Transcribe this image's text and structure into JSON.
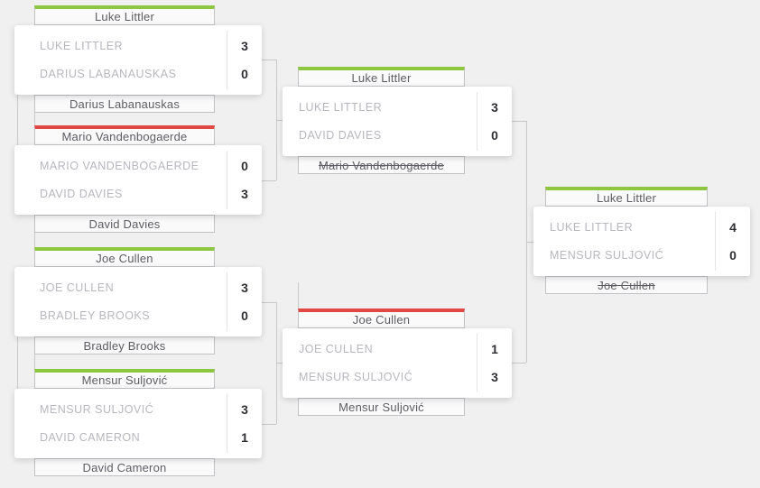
{
  "colors": {
    "background": "#f0f0f0",
    "win_accent": "#8dc63f",
    "loss_accent": "#e14743",
    "card_background": "#ffffff",
    "player_name_text": "#b7b7bd",
    "score_text": "#2e2e33",
    "tab_text": "#5d5d63",
    "connector_line": "#c8c8c8"
  },
  "bracket": {
    "rounds": [
      {
        "matches": [
          {
            "top_tab": {
              "label": "Luke Littler",
              "status": "win",
              "strike": "false"
            },
            "bottom_tab": {
              "label": "Darius Labanauskas",
              "strike": "false"
            },
            "players": [
              {
                "name": "LUKE LITTLER",
                "score": "3"
              },
              {
                "name": "DARIUS LABANAUSKAS",
                "score": "0"
              }
            ]
          },
          {
            "top_tab": {
              "label": "Mario Vandenbogaerde",
              "status": "loss",
              "strike": "false"
            },
            "bottom_tab": {
              "label": "David Davies",
              "strike": "false"
            },
            "players": [
              {
                "name": "MARIO VANDENBOGAERDE",
                "score": "0"
              },
              {
                "name": "DAVID DAVIES",
                "score": "3"
              }
            ]
          },
          {
            "top_tab": {
              "label": "Joe Cullen",
              "status": "win",
              "strike": "false"
            },
            "bottom_tab": {
              "label": "Bradley Brooks",
              "strike": "false"
            },
            "players": [
              {
                "name": "JOE CULLEN",
                "score": "3"
              },
              {
                "name": "BRADLEY BROOKS",
                "score": "0"
              }
            ]
          },
          {
            "top_tab": {
              "label": "Mensur Suljović",
              "status": "win",
              "strike": "false"
            },
            "bottom_tab": {
              "label": "David Cameron",
              "strike": "false"
            },
            "players": [
              {
                "name": "MENSUR SULJOVIĆ",
                "score": "3"
              },
              {
                "name": "DAVID CAMERON",
                "score": "1"
              }
            ]
          }
        ]
      },
      {
        "matches": [
          {
            "top_tab": {
              "label": "Luke Littler",
              "status": "win",
              "strike": "false"
            },
            "bottom_tab": {
              "label": "Mario Vandenbogaerde",
              "strike": "true"
            },
            "players": [
              {
                "name": "LUKE LITTLER",
                "score": "3"
              },
              {
                "name": "DAVID DAVIES",
                "score": "0"
              }
            ]
          },
          {
            "top_tab": {
              "label": "Joe Cullen",
              "status": "loss",
              "strike": "false"
            },
            "bottom_tab": {
              "label": "Mensur Suljović",
              "strike": "false"
            },
            "players": [
              {
                "name": "JOE CULLEN",
                "score": "1"
              },
              {
                "name": "MENSUR SULJOVIĆ",
                "score": "3"
              }
            ]
          }
        ]
      },
      {
        "matches": [
          {
            "top_tab": {
              "label": "Luke Littler",
              "status": "win",
              "strike": "false"
            },
            "bottom_tab": {
              "label": "Joe Cullen",
              "strike": "true"
            },
            "players": [
              {
                "name": "LUKE LITTLER",
                "score": "4"
              },
              {
                "name": "MENSUR SULJOVIĆ",
                "score": "0"
              }
            ]
          }
        ]
      }
    ]
  }
}
